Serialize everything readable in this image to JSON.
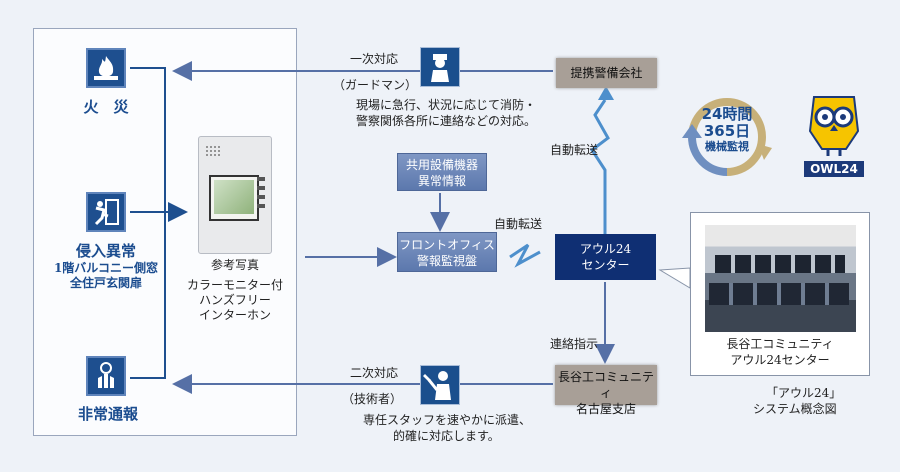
{
  "left": {
    "fire": "火　災",
    "intrusion": "侵入異常",
    "intrusion_detail_1": "1階バルコニー側窓",
    "intrusion_detail_2": "全住戸玄関扉",
    "emergency": "非常通報"
  },
  "intercom": {
    "reference": "参考写真",
    "line1": "カラーモニター付",
    "line2": "ハンズフリー",
    "line3": "インターホン"
  },
  "first_response": {
    "title": "一次対応",
    "role": "（ガードマン）",
    "desc1": "現場に急行、状況に応じて消防・",
    "desc2": "警察関係各所に連絡などの対応。"
  },
  "second_response": {
    "title": "二次対応",
    "role": "（技術者）",
    "desc1": "専任スタッフを速やかに派遣、",
    "desc2": "的確に対応します。"
  },
  "boxes": {
    "security_company": "提携警備会社",
    "shared_equipment_1": "共用設備機器",
    "shared_equipment_2": "異常情報",
    "front_office_1": "フロントオフィス",
    "front_office_2": "警報監視盤",
    "owl_center_1": "アウル24",
    "owl_center_2": "センター",
    "nagoya_1": "長谷工コミュニティ",
    "nagoya_2": "名古屋支店"
  },
  "labels": {
    "auto_transfer_1": "自動転送",
    "auto_transfer_2": "自動転送",
    "contact": "連絡指示"
  },
  "badge": {
    "hours": "24時間",
    "days": "365日",
    "monitor": "機械監視",
    "owl": "OWL24"
  },
  "photo": {
    "line1": "長谷工コミュニティ",
    "line2": "アウル24センター"
  },
  "caption": {
    "line1": "「アウル24」",
    "line2": "システム概念図"
  },
  "colors": {
    "accent_blue": "#1b4c8f",
    "navy": "#0f2f73",
    "gray_box": "#a89f97"
  }
}
